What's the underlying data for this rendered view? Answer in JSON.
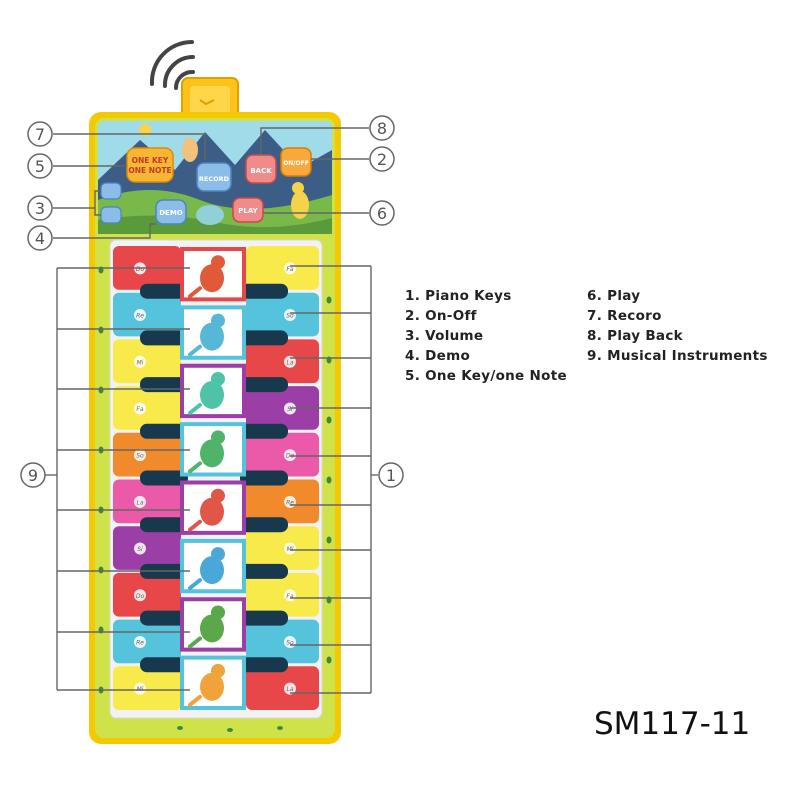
{
  "header": {
    "buttons": {
      "one_key_line1": "ONE KEY",
      "one_key_line2": "ONE NOTE",
      "record": "RECORD",
      "play_back": "BACK",
      "on_off": "ON/OFF",
      "demo": "DEMO",
      "play": "PLAY"
    }
  },
  "callouts": [
    "1",
    "2",
    "3",
    "4",
    "5",
    "6",
    "7",
    "8",
    "9"
  ],
  "legend": {
    "left": [
      "1. Piano Keys",
      "2. On-Off",
      "3. Volume",
      "4. Demo",
      "5. One Key/one Note"
    ],
    "right": [
      "6. Play",
      "7. Recoro",
      "8. Play Back",
      "9. Musical Instruments"
    ]
  },
  "keys": {
    "left_notes": [
      "Do",
      "Re",
      "Mi",
      "Fa",
      "So",
      "La",
      "Si",
      "Do",
      "Re",
      "Mi"
    ],
    "right_notes": [
      "Fa",
      "So",
      "La",
      "Si",
      "Do",
      "Re",
      "Mi",
      "Fa",
      "So",
      "La"
    ]
  },
  "colors": {
    "mat": "#cfe24a",
    "mat_border": "#f5c900",
    "header_sky": "#9fdbe8",
    "speaker": "#ffc21a",
    "callout": "#555555",
    "key_red": "#e8474a",
    "key_blue": "#56c3dc",
    "key_yellow": "#f7ea4a",
    "key_orange": "#f08a2a",
    "key_pink": "#ea5aa8",
    "key_purple": "#9b3fa6",
    "black_key": "#18384e"
  },
  "model_number": "SM117-11"
}
